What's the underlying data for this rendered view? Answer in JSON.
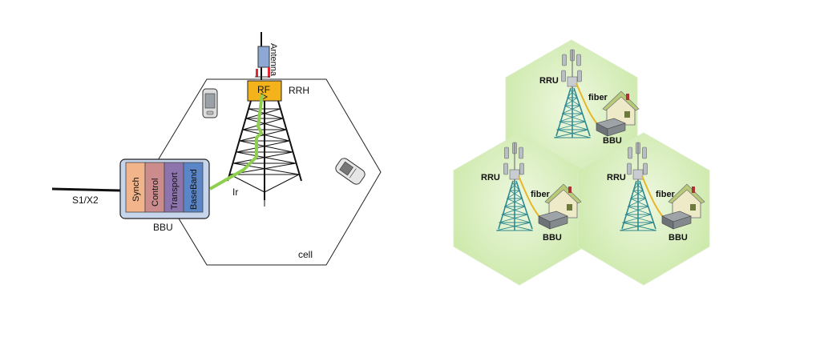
{
  "left": {
    "labels": {
      "antenna": "Antenna",
      "rf": "RF",
      "rrh": "RRH",
      "bbu": "BBU",
      "s1x2": "S1/X2",
      "ir": "Ir",
      "cell": "cell"
    },
    "bbu_modules": [
      "Synch",
      "Control",
      "Transport",
      "BaseBand"
    ],
    "colors": {
      "synch": "#f2b48a",
      "control": "#cc8c8c",
      "transport": "#8e74ad",
      "baseband": "#5a86c8",
      "bbu_box": "#c6d5ec",
      "rf_box": "#f5b31b",
      "ir_link": "#8fcf4f"
    }
  },
  "right": {
    "cells": [
      {
        "rru": "RRU",
        "fiber": "fiber",
        "bbu": "BBU"
      },
      {
        "rru": "RRU",
        "fiber": "fiber",
        "bbu": "BBU"
      },
      {
        "rru": "RRU",
        "fiber": "fiber",
        "bbu": "BBU"
      }
    ],
    "colors": {
      "cell_fill": "#d6eebb",
      "tower": "#2f8a8f",
      "fiber": "#e8b62a"
    }
  }
}
